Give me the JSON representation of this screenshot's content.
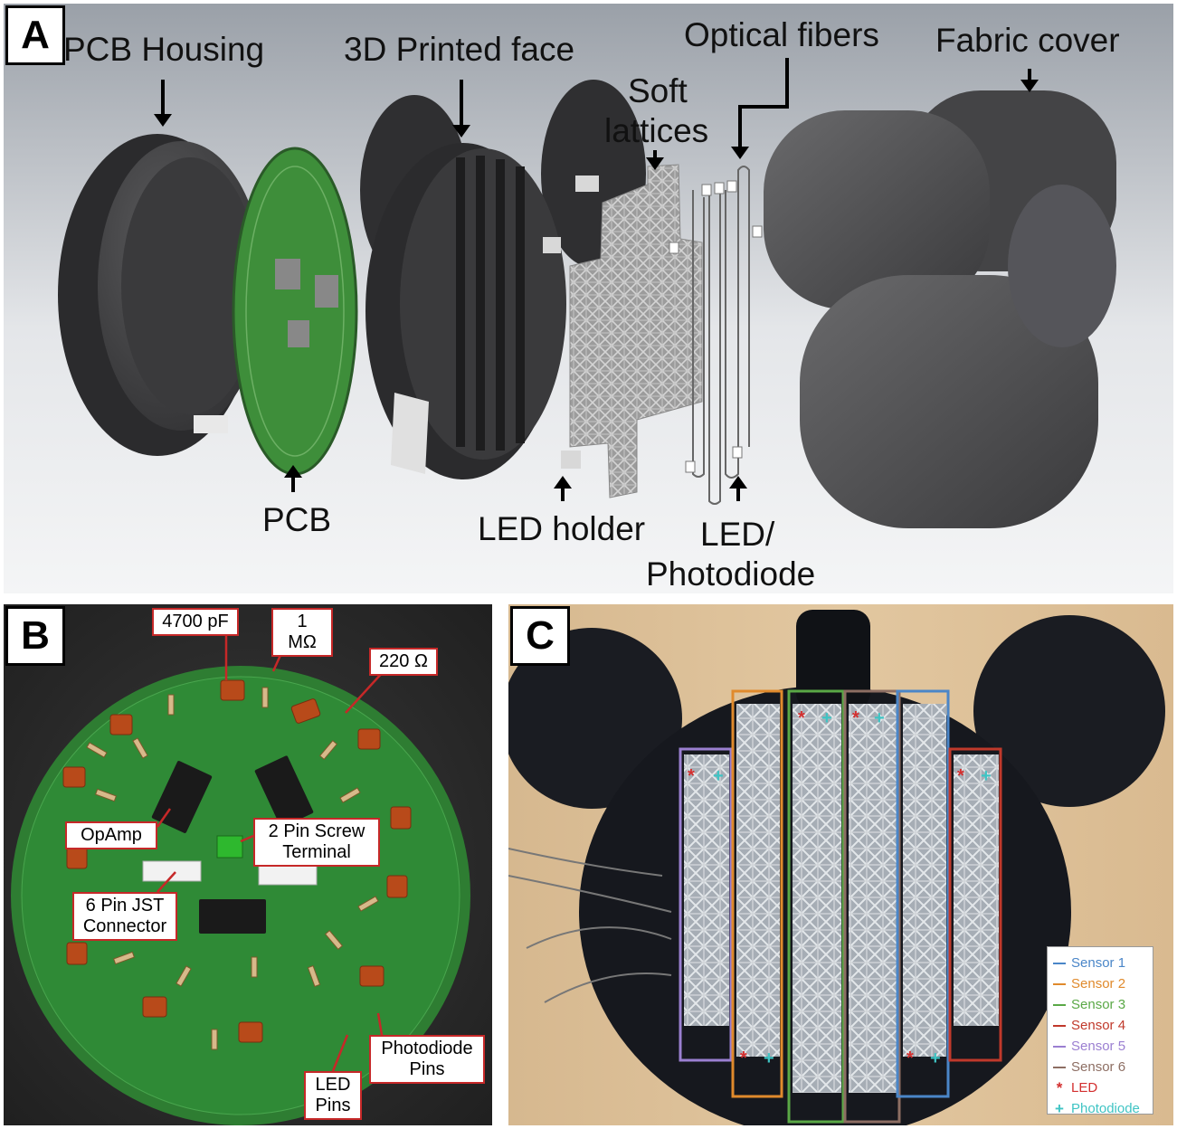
{
  "panel_a": {
    "letter": "A",
    "labels": {
      "pcb_housing": "PCB Housing",
      "printed_face": "3D Printed face",
      "soft_lattices_1": "Soft",
      "soft_lattices_2": "lattices",
      "optical_fibers": "Optical fibers",
      "fabric_cover": "Fabric cover",
      "pcb": "PCB",
      "led_holder": "LED holder",
      "led_photodiode_1": "LED/",
      "led_photodiode_2": "Photodiode"
    }
  },
  "panel_b": {
    "letter": "B",
    "callouts": {
      "cap": "4700 pF",
      "res1": "1 MΩ",
      "res2": "220 Ω",
      "opamp": "OpAmp",
      "screw_terminal": "2 Pin Screw Terminal",
      "jst": "6 Pin JST Connector",
      "photodiode_pins": "Photodiode Pins",
      "led_pins": "LED Pins"
    }
  },
  "panel_c": {
    "letter": "C",
    "legend": {
      "sensors": [
        {
          "label": "Sensor 1",
          "color": "#4a86c8"
        },
        {
          "label": "Sensor 2",
          "color": "#e08a2c"
        },
        {
          "label": "Sensor 3",
          "color": "#5aa846"
        },
        {
          "label": "Sensor 4",
          "color": "#c0392b"
        },
        {
          "label": "Sensor 5",
          "color": "#9b7fd1"
        },
        {
          "label": "Sensor 6",
          "color": "#8d6e63"
        }
      ],
      "led": {
        "symbol": "*",
        "label": "LED",
        "color": "#d32f2f"
      },
      "photodiode": {
        "symbol": "+",
        "label": "Photodiode",
        "color": "#3fc4c4"
      }
    }
  }
}
